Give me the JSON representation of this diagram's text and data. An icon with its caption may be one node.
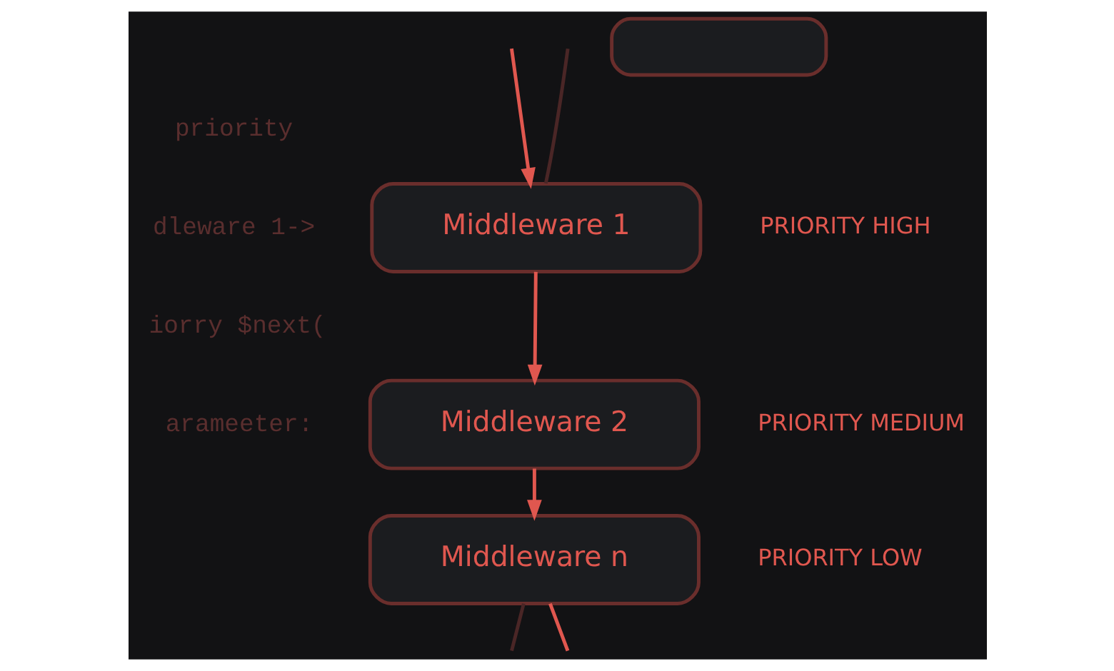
{
  "diagram": {
    "nodes": [
      {
        "text": [],
        "shape": "box"
      },
      {
        "text": [
          "Middleware 1"
        ],
        "beside": [
          "PRIORITY HIGH"
        ]
      },
      {
        "text": [
          "Middleware 2"
        ],
        "beside": [
          "PRIORITY MEDIUM"
        ]
      },
      {
        "text": [
          "Middleware n"
        ],
        "beside": [
          "PRIORITY LOW"
        ]
      }
    ],
    "edges": [
      {
        "from": null,
        "to": 1,
        "arrow": "none",
        "color": "#4a2626"
      },
      {
        "from": null,
        "to": 1,
        "arrow": "to"
      },
      {
        "from": 1,
        "to": 2,
        "arrow": "to"
      },
      {
        "from": 2,
        "to": 3,
        "arrow": "to"
      },
      {
        "from": 3,
        "to": null,
        "arrow": "none"
      },
      {
        "from": 3,
        "to": null,
        "arrow": "none",
        "color": "#4a2626"
      }
    ],
    "labels": [
      "priority",
      "dleware 1->",
      "iorry $next(",
      "arameeter:"
    ]
  }
}
